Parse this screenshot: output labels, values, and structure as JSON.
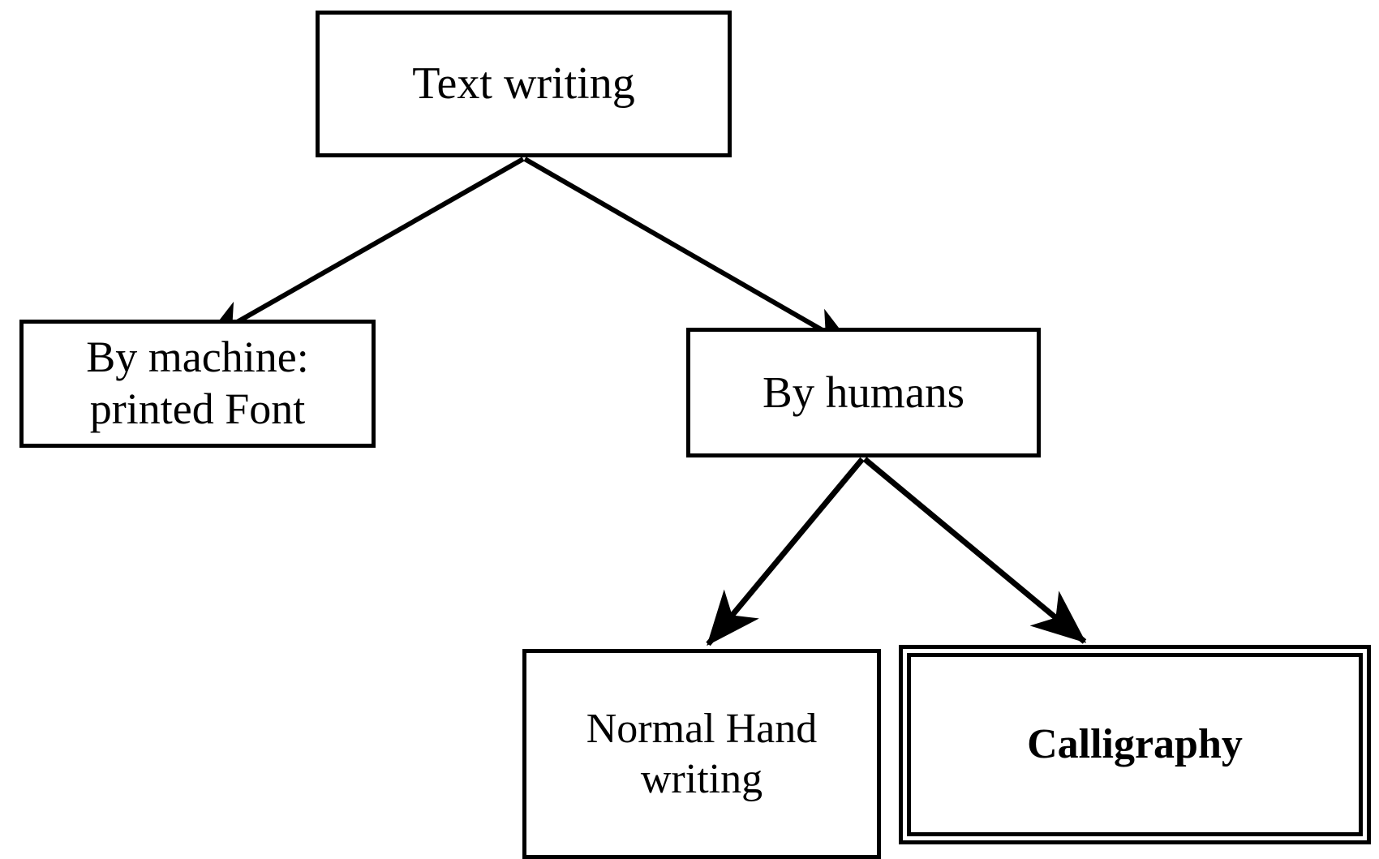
{
  "diagram": {
    "type": "hierarchy-tree",
    "title": "Text writing classification",
    "stroke_color": "#000000",
    "background_color": "#ffffff",
    "nodes": [
      {
        "id": "root",
        "label": "Text writing",
        "emphasis": "normal",
        "border": "single"
      },
      {
        "id": "machine",
        "label": "By machine:\nprinted Font",
        "emphasis": "normal",
        "border": "single"
      },
      {
        "id": "humans",
        "label": "By humans",
        "emphasis": "normal",
        "border": "single"
      },
      {
        "id": "handwriting",
        "label": "Normal Hand\nwriting",
        "emphasis": "normal",
        "border": "single"
      },
      {
        "id": "calligraphy",
        "label": "Calligraphy",
        "emphasis": "bold",
        "border": "double"
      }
    ],
    "edges": [
      {
        "id": "root-to-machine",
        "from": "root",
        "to": "machine",
        "arrow": "single"
      },
      {
        "id": "root-to-humans",
        "from": "root",
        "to": "humans",
        "arrow": "single"
      },
      {
        "id": "humans-to-handwriting",
        "from": "humans",
        "to": "handwriting",
        "arrow": "single"
      },
      {
        "id": "humans-to-calligraphy",
        "from": "humans",
        "to": "calligraphy",
        "arrow": "single"
      }
    ]
  }
}
